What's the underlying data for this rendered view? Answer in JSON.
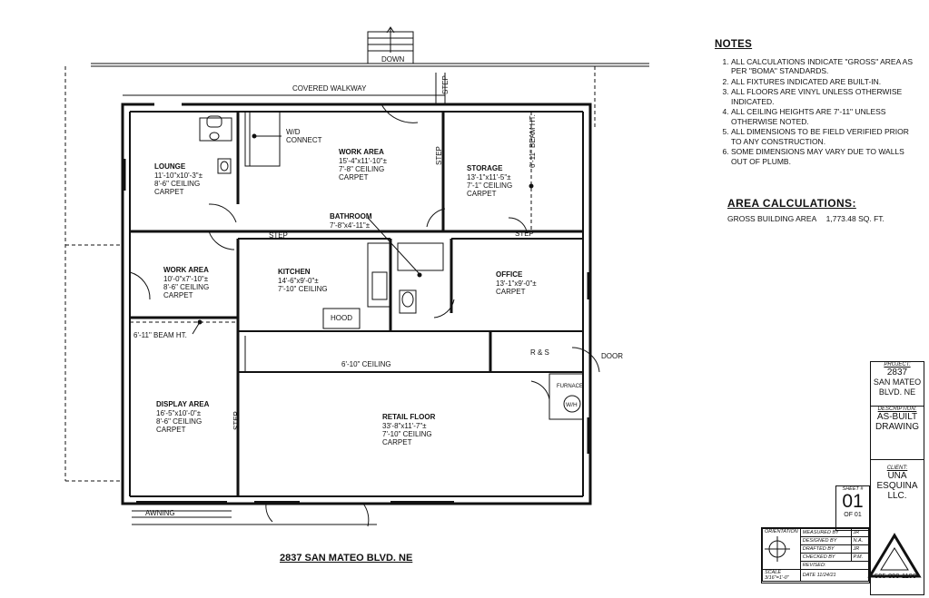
{
  "notes": {
    "title": "NOTES",
    "items": [
      "ALL CALCULATIONS INDICATE \"GROSS\" AREA AS PER \"BOMA\" STANDARDS.",
      "ALL FIXTURES INDICATED ARE BUILT-IN.",
      "ALL FLOORS ARE VINYL UNLESS OTHERWISE INDICATED.",
      "ALL CEILING HEIGHTS ARE 7'-11\" UNLESS OTHERWISE NOTED.",
      "ALL DIMENSIONS TO BE FIELD VERIFIED PRIOR TO ANY CONSTRUCTION.",
      "SOME DIMENSIONS MAY VARY DUE TO WALLS OUT OF PLUMB."
    ]
  },
  "area_calculations": {
    "title": "AREA CALCULATIONS:",
    "label": "GROSS BUILDING AREA",
    "value": "1,773.48 SQ. FT."
  },
  "plan": {
    "address": "2837 SAN MATEO BLVD. NE",
    "down": "DOWN",
    "covered_walkway": "COVERED WALKWAY",
    "awning": "AWNING",
    "door": "DOOR",
    "rooms": {
      "lounge": [
        "LOUNGE",
        "11'-10\"x10'-3\"±",
        "8'-6\" CEILING",
        "CARPET"
      ],
      "work_area_1": [
        "WORK AREA",
        "15'-4\"x11'-10\"±",
        "7'-8\" CEILING",
        "CARPET"
      ],
      "storage": [
        "STORAGE",
        "13'-1\"x11'-5\"±",
        "7'-1\" CEILING",
        "CARPET"
      ],
      "bathroom": [
        "BATHROOM",
        "7'-8\"x4'-11\"±"
      ],
      "work_area_2": [
        "WORK AREA",
        "10'-0\"x7'-10\"±",
        "8'-6\" CEILING",
        "CARPET"
      ],
      "kitchen": [
        "KITCHEN",
        "14'-6\"x9'-0\"±",
        "7'-10\" CEILING"
      ],
      "office": [
        "OFFICE",
        "13'-1\"x9'-0\"±",
        "CARPET"
      ],
      "display_area": [
        "DISPLAY AREA",
        "16'-5\"x10'-0\"±",
        "8'-6\" CEILING",
        "CARPET"
      ],
      "retail_floor": [
        "RETAIL FLOOR",
        "33'-8\"x11'-7\"±",
        "7'-10\" CEILING",
        "CARPET"
      ]
    },
    "labels": {
      "wd": [
        "W/D",
        "CONNECT"
      ],
      "step": "STEP",
      "beam_ht": "6'-11\" BEAM HT.",
      "hood": "HOOD",
      "rs": "R & S",
      "ceiling_610": "6'-10\" CEILING",
      "furnace": "FURNACE",
      "wh": "W/H"
    }
  },
  "title_block": {
    "project_label": "PROJECT:",
    "project": [
      "2837",
      "SAN MATEO",
      "BLVD. NE"
    ],
    "description_label": "DESCRIPTION:",
    "description": [
      "AS-BUILT",
      "DRAWING"
    ],
    "client_label": "CLIENT:",
    "client": [
      "UNA",
      "ESQUINA",
      "LLC."
    ],
    "sheet_label": "SHEET #",
    "sheet": "01",
    "of": "OF 01",
    "orientation": "ORIENTATION",
    "measured_by": "MEASURED BY",
    "measured_val": "JR",
    "designed_by": "DESIGNED BY",
    "designed_val": "N.A.",
    "drafted_by": "DRAFTED BY",
    "drafted_val": "JR",
    "checked_by": "CHECKED BY",
    "checked_val": "P.M.",
    "revised": "REVISED:",
    "scale_label": "SCALE",
    "scale": "3/16\"=1'-0\"",
    "date_label": "DATE",
    "date": "11/24/21",
    "phone": "505-899-1199"
  }
}
